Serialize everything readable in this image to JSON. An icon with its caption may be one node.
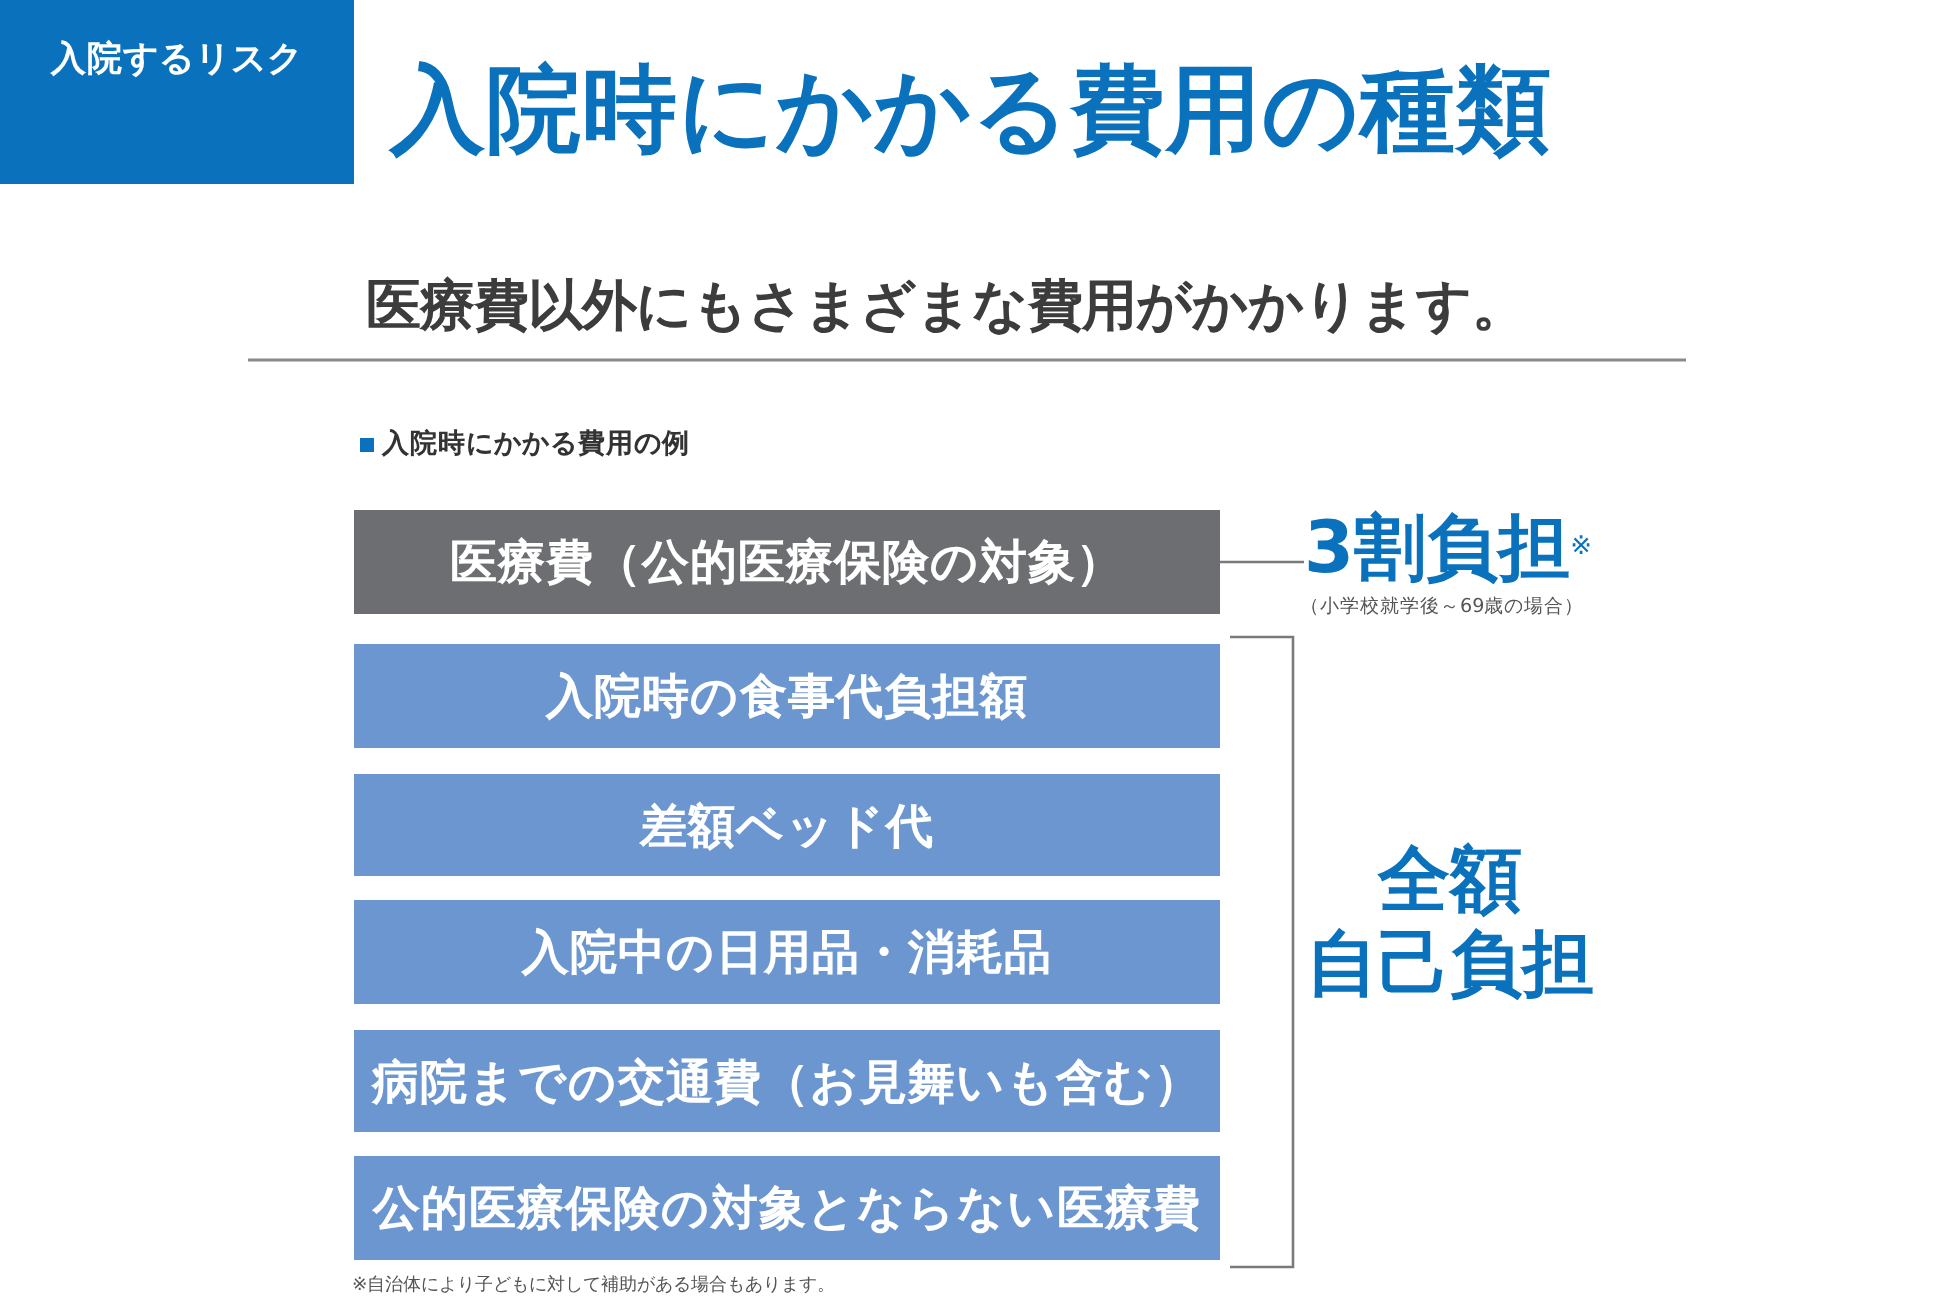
{
  "diagram": {
    "title": "入院時にかかる費用の種類",
    "nodes": [
      {
        "text": [
          "入院するリスク"
        ]
      },
      {
        "text": [
          "医療費（公的医療保険の対象）"
        ]
      },
      {
        "text": [
          "入院時の食事代負担額"
        ]
      },
      {
        "text": [
          "差額ベッド代"
        ]
      },
      {
        "text": [
          "入院中の日用品・消耗品"
        ]
      },
      {
        "text": [
          "病院までの交通費（お見舞いも含む）"
        ]
      },
      {
        "text": [
          "公的医療保険の対象とならない医療費"
        ]
      },
      {
        "text": [
          "3割負担$^{※}$"
        ],
        "beside": [
          "（小学校就学後～69歳の場合）"
        ]
      }
    ],
    "edges": [
      {
        "from": 1,
        "to": 7,
        "arrow": "none"
      }
    ],
    "labels": [
      "医療費以外にもさまざまな費用がかかります。",
      "入院時にかかる費用の例",
      "全額自己負担",
      "※自治体により子どもに対して補助がある場合もあります。"
    ]
  }
}
